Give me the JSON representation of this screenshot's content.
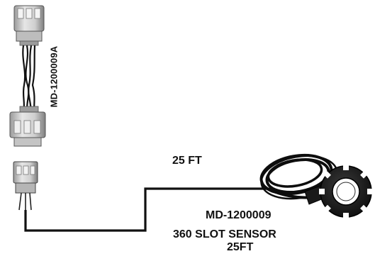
{
  "extension_cable": {
    "part_number": "MD-1200009A"
  },
  "sensor_assembly": {
    "cable_length": "25 FT",
    "part_number": "MD-1200009",
    "description": "360 SLOT SENSOR",
    "description_length": "25FT"
  },
  "colors": {
    "wire": "#111111",
    "connector_body": "#d8d8d8",
    "connector_shadow": "#8a8a8a",
    "sensor_body": "#151515"
  }
}
